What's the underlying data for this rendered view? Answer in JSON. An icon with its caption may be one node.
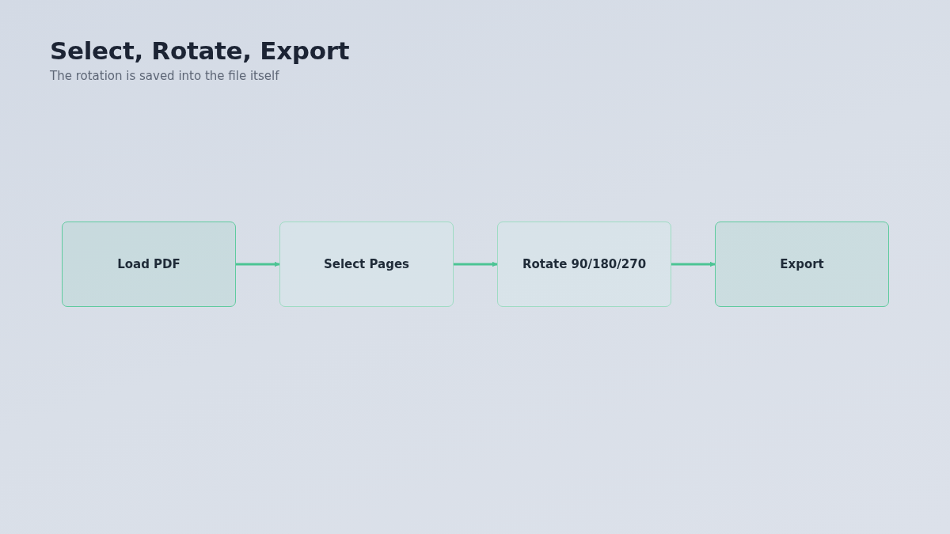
{
  "diagram": {
    "title": "Select, Rotate, Export",
    "caption": "The rotation is saved into the file itself",
    "nodes": [
      {
        "text": [
          "Load PDF"
        ]
      },
      {
        "text": [
          "Select Pages"
        ]
      },
      {
        "text": [
          "Rotate 90/180/270"
        ]
      },
      {
        "text": [
          "Export"
        ]
      }
    ],
    "edges": [
      {
        "from": 0,
        "to": 1,
        "arrow": "to"
      },
      {
        "from": 1,
        "to": 2,
        "arrow": "to"
      },
      {
        "from": 2,
        "to": 3,
        "arrow": "to"
      }
    ]
  }
}
